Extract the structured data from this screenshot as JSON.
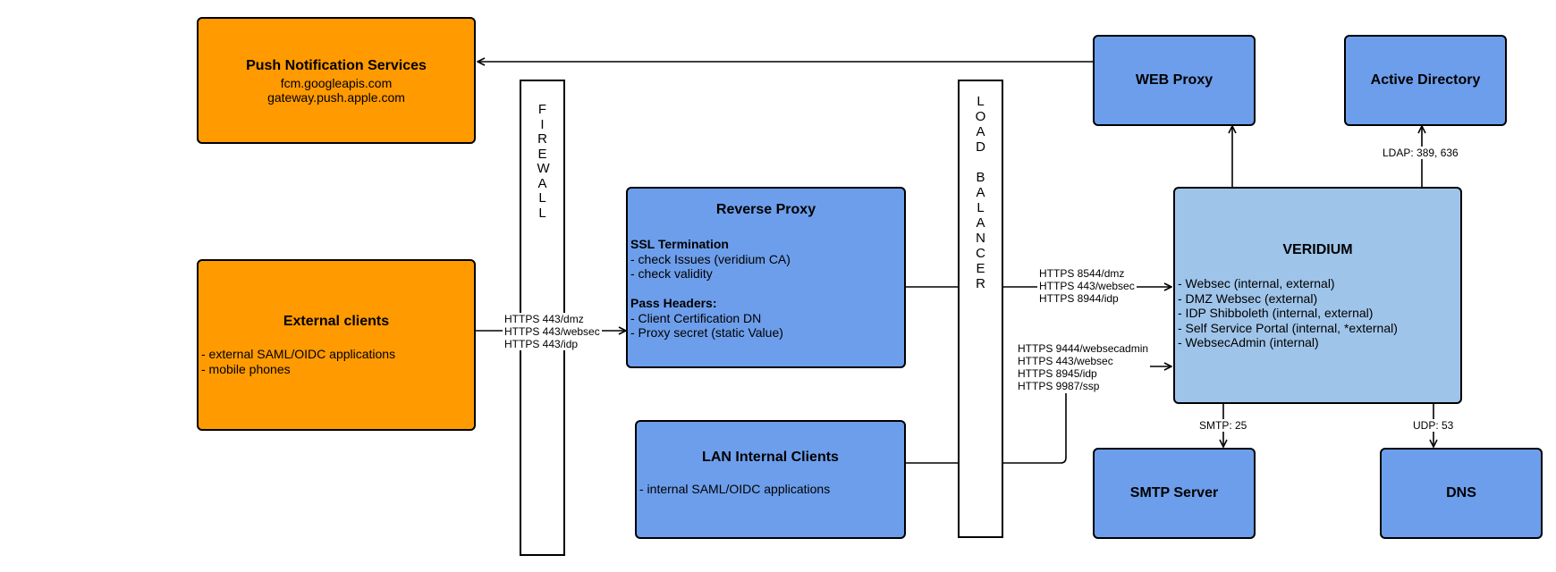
{
  "push": {
    "title": "Push Notification Services",
    "lines": [
      "fcm.googleapis.com",
      "gateway.push.apple.com"
    ]
  },
  "external": {
    "title": "External clients",
    "lines": [
      "- external SAML/OIDC applications",
      "- mobile phones"
    ]
  },
  "firewall": {
    "label": "FIREWALL"
  },
  "load_balancer": {
    "label": "LOAD BALANCER"
  },
  "reverse_proxy": {
    "title": "Reverse Proxy",
    "ssl_heading": "SSL Termination",
    "ssl_lines": [
      "- check Issues (veridium CA)",
      "- check validity"
    ],
    "headers_heading": "Pass Headers:",
    "headers_lines": [
      "- Client Certification DN",
      "- Proxy secret (static Value)"
    ]
  },
  "lan": {
    "title": "LAN Internal Clients",
    "lines": [
      "- internal SAML/OIDC applications"
    ]
  },
  "web_proxy": {
    "title": "WEB Proxy"
  },
  "active_directory": {
    "title": "Active Directory"
  },
  "veridium": {
    "title": "VERIDIUM",
    "lines": [
      "- Websec (internal, external)",
      "- DMZ Websec (external)",
      "- IDP Shibboleth (internal, external)",
      "- Self Service Portal (internal, *external)",
      "- WebsecAdmin (internal)"
    ]
  },
  "smtp": {
    "title": "SMTP Server"
  },
  "dns": {
    "title": "DNS"
  },
  "edges": {
    "external_to_rp": [
      "HTTPS 443/dmz",
      "HTTPS 443/websec",
      "HTTPS 443/idp"
    ],
    "rp_to_veridium": [
      "HTTPS 8544/dmz",
      "HTTPS 443/websec",
      "HTTPS 8944/idp"
    ],
    "lan_to_veridium": [
      "HTTPS 9444/websecadmin",
      "HTTPS 443/websec",
      "HTTPS 8945/idp",
      "HTTPS 9987/ssp"
    ],
    "ldap": "LDAP: 389, 636",
    "smtp": "SMTP: 25",
    "udp": "UDP: 53"
  }
}
